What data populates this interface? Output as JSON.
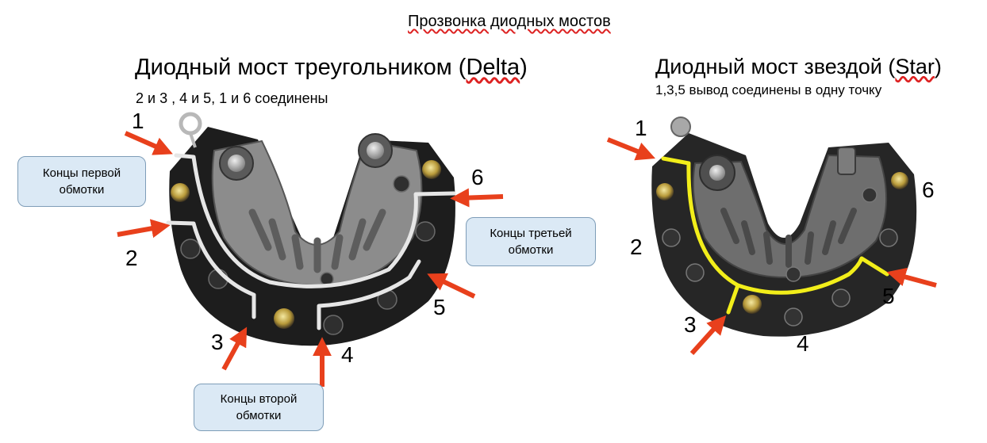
{
  "page_title": "Прозвонка диодных мостов",
  "delta": {
    "title": "Диодный мост треугольником (Delta)",
    "subtitle": "2 и 3 ,  4 и 5,  1 и 6 соединены",
    "terminals": [
      "1",
      "2",
      "3",
      "4",
      "5",
      "6"
    ],
    "callouts": {
      "first": [
        "Концы первой",
        "обмотки"
      ],
      "second": [
        "Концы второй",
        "обмотки"
      ],
      "third": [
        "Концы третьей",
        "обмотки"
      ]
    }
  },
  "star": {
    "title": "Диодный мост звездой (Star)",
    "subtitle": "1,3,5 вывод соединены в одну точку",
    "terminals": [
      "1",
      "2",
      "3",
      "4",
      "5",
      "6"
    ]
  },
  "colors": {
    "arrow": "#e8401c",
    "delta_wire": "#e6e6e6",
    "star_wire": "#f2ee1a",
    "bridge_body": "#1d1d1d",
    "callout_fill": "#dbe9f5"
  }
}
